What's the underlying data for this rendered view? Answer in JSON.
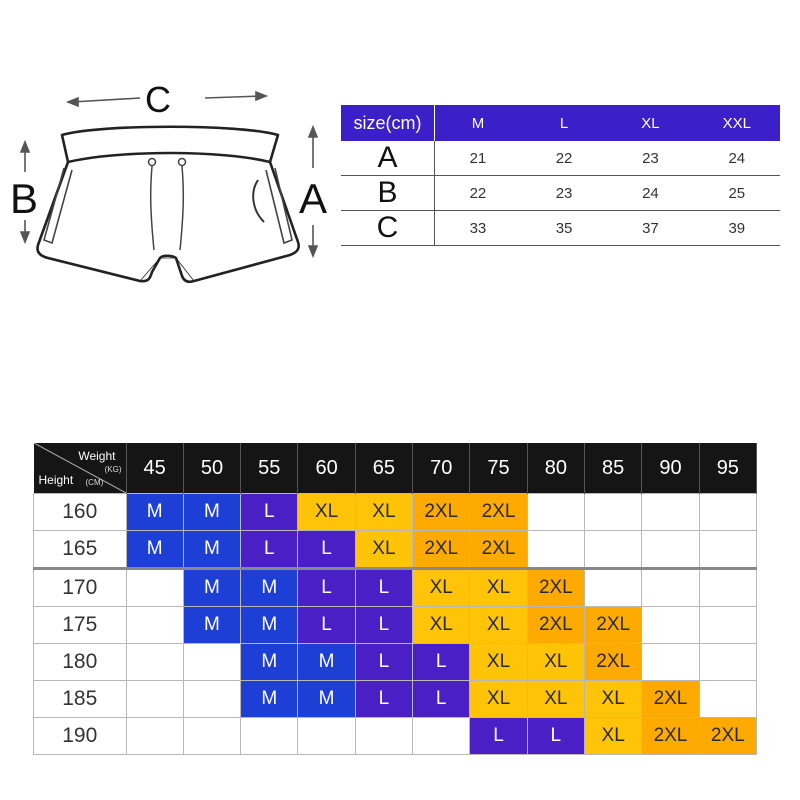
{
  "illustration": {
    "top_label": "C",
    "left_label": "B",
    "right_label": "A"
  },
  "size_table": {
    "corner": "size(cm)",
    "sizes": [
      "M",
      "L",
      "XL",
      "XXL"
    ],
    "rows": [
      {
        "label": "A",
        "values": [
          "21",
          "22",
          "23",
          "24"
        ]
      },
      {
        "label": "B",
        "values": [
          "22",
          "23",
          "24",
          "25"
        ]
      },
      {
        "label": "C",
        "values": [
          "33",
          "35",
          "37",
          "39"
        ]
      }
    ]
  },
  "weight_chart": {
    "weight_label": "Weight",
    "weight_unit": "(KG)",
    "height_label": "Height",
    "height_unit": "(CM)",
    "weights": [
      "45",
      "50",
      "55",
      "60",
      "65",
      "70",
      "75",
      "80",
      "85",
      "90",
      "95"
    ],
    "rows": [
      {
        "height": "160",
        "cells": [
          "M",
          "M",
          "L",
          "XL",
          "XL",
          "2XL",
          "2XL",
          "",
          "",
          "",
          ""
        ]
      },
      {
        "height": "165",
        "cells": [
          "M",
          "M",
          "L",
          "L",
          "XL",
          "2XL",
          "2XL",
          "",
          "",
          "",
          ""
        ]
      },
      {
        "height": "170",
        "cells": [
          "",
          "M",
          "M",
          "L",
          "L",
          "XL",
          "XL",
          "2XL",
          "",
          "",
          ""
        ]
      },
      {
        "height": "175",
        "cells": [
          "",
          "M",
          "M",
          "L",
          "L",
          "XL",
          "XL",
          "2XL",
          "2XL",
          "",
          ""
        ]
      },
      {
        "height": "180",
        "cells": [
          "",
          "",
          "M",
          "M",
          "L",
          "L",
          "XL",
          "XL",
          "2XL",
          "",
          ""
        ]
      },
      {
        "height": "185",
        "cells": [
          "",
          "",
          "M",
          "M",
          "L",
          "L",
          "XL",
          "XL",
          "XL",
          "2XL",
          ""
        ]
      },
      {
        "height": "190",
        "cells": [
          "",
          "",
          "",
          "",
          "",
          "",
          "L",
          "L",
          "XL",
          "2XL",
          "2XL"
        ]
      }
    ]
  },
  "colors": {
    "header_purple": "#3b1fc8",
    "size_M": "#1d3fd6",
    "size_L": "#4b1fc6",
    "size_XL": "#ffc408",
    "size_2XL": "#ffaa00",
    "chart_header": "#151515"
  }
}
